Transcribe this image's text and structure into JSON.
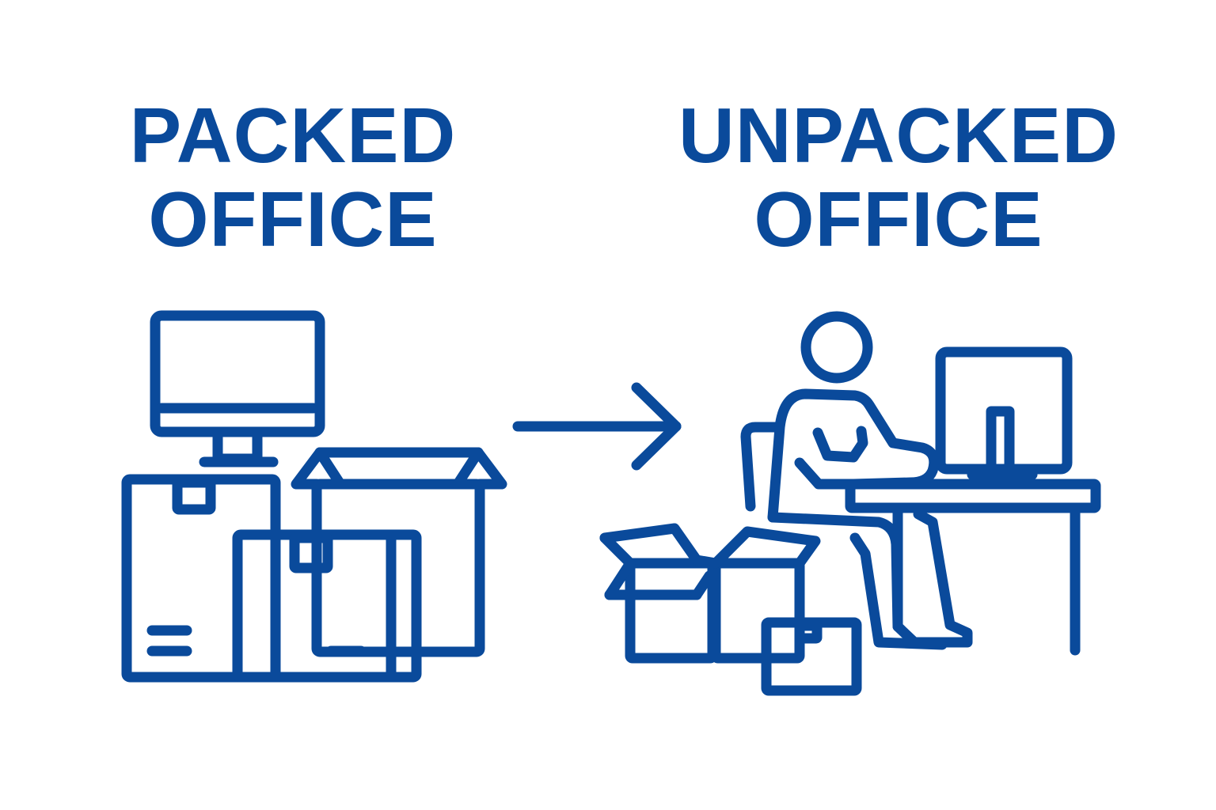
{
  "colors": {
    "accent": "#0a4a9b",
    "background": "#ffffff"
  },
  "packed": {
    "title_line1": "PACKED",
    "title_line2": "OFFICE",
    "icon": "packed-office-icon"
  },
  "transition": {
    "icon": "right-arrow-icon"
  },
  "unpacked": {
    "title_line1": "UNPACKED",
    "title_line2": "OFFICE",
    "icon": "unpacked-office-icon"
  }
}
